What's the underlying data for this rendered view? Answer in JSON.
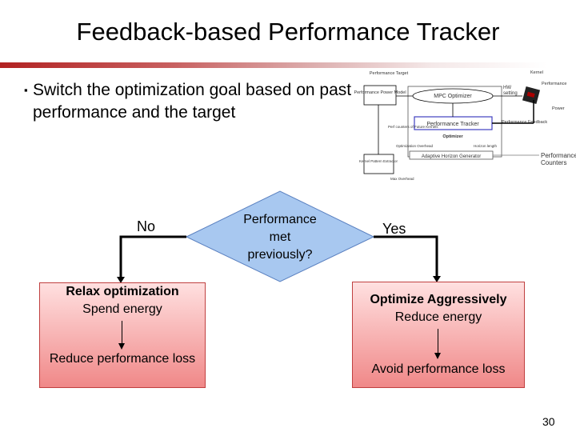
{
  "title": "Feedback-based Performance Tracker",
  "bullet": "Switch the optimization goal based on past performance and the target",
  "bullet_icon": "square-bullet-icon",
  "flow": {
    "decision": [
      "Performance",
      "met",
      "previously?"
    ],
    "no_label": "No",
    "yes_label": "Yes",
    "left_box": {
      "title": "Relax optimization",
      "line1": "Spend energy",
      "line2": "Reduce performance loss"
    },
    "right_box": {
      "title": "Optimize Aggressively",
      "line1": "Reduce energy",
      "line2": "Avoid performance loss"
    },
    "colors": {
      "decision": "#a8c8f0",
      "box_top": "#ffe0e0",
      "box_bottom": "#f08888",
      "border": "#c04040"
    }
  },
  "system_diagram": {
    "performance_target": "Performance Target",
    "perf_power_model": "Performance Power Model",
    "mpc_optimizer": "MPC Optimizer",
    "hw_setting": "HW setting",
    "kernel": "Kernel",
    "performance": "Performance",
    "power": "Power",
    "performance_tracker": "Performance Tracker",
    "performance_feedback": "Performance Feedback",
    "optimizer": "Optimizer",
    "perf_counters_future": "Perf counters of Future Kernels",
    "optimization_overhead": "Optimization Overhead",
    "horizon_length": "Horizon length",
    "adaptive_horizon": "Adaptive Horizon Generator",
    "performance_counters": "Performance Counters",
    "kernel_pattern": "Kernel Pattern Extractor",
    "max_overhead": "Max Overhead"
  },
  "page_number": "30"
}
